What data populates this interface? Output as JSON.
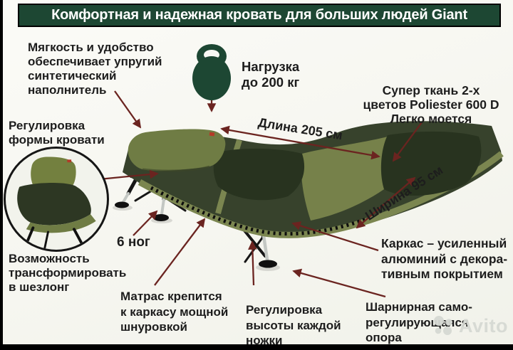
{
  "banner": {
    "title": "Комфортная и надежная кровать для больших людей Giant"
  },
  "product": {
    "name": "Giant",
    "callouts": {
      "softness": "Мягкость и удобство\nобеспечивает упругий\nсинтетический\nнаполнитель",
      "load": "Нагрузка\nдо 200 кг",
      "fabric": "Супер ткань 2-х\nцветов Poliester 600 D\nЛегко моется",
      "shape_adjust": "Регулировка\nформы кровати",
      "legs_count": "6 ног",
      "transform": "Возможность\nтрансформировать\nв шезлонг",
      "frame": "Каркас – усиленный\nалюминий с декора-\nтивным покрытием",
      "mattress_lacing": "Матрас крепится\nк каркасу мощной\nшнуровкой",
      "height_adjust": "Регулировка\nвысоты каждой\nножки",
      "hinged_support": "Шарнирная само-\nрегулирующаяся\nопора"
    },
    "dimensions": {
      "length": "Длина 205 см",
      "width": "Ширина 95 см"
    }
  },
  "icons": {
    "kettlebell": "kettlebell-icon",
    "avito_logo": "avito-logo-icon"
  },
  "watermark": {
    "text": "Avito"
  },
  "colors": {
    "banner_bg": "#1d4733",
    "arrow": "#6b2420",
    "kettlebell": "#1d4733",
    "mattress_dark": "#37422c",
    "mattress_panel": "#28331f",
    "mattress_olive": "#7b8650",
    "pillow": "#6f7c44",
    "leg_black": "#161616",
    "leg_silver": "#c3c7c3",
    "watermark_gray": "#d6d9d3"
  }
}
